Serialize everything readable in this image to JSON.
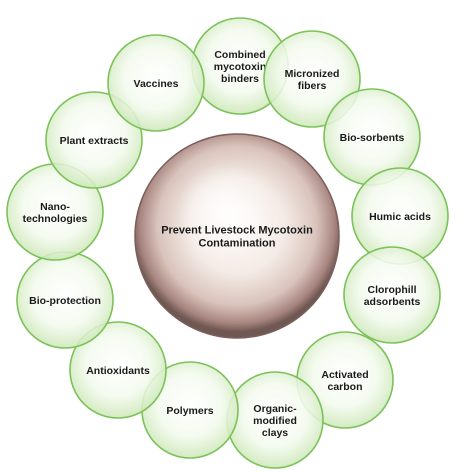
{
  "center": {
    "lines": [
      "Prevent Livestock Mycotoxin",
      "Contamination"
    ]
  },
  "nodes": [
    {
      "id": "combined-mycotoxin-binders",
      "lines": [
        "Combined",
        "mycotoxin",
        "binders"
      ]
    },
    {
      "id": "micronized-fibers",
      "lines": [
        "Micronized",
        "fibers"
      ]
    },
    {
      "id": "bio-sorbents",
      "lines": [
        "Bio-sorbents"
      ]
    },
    {
      "id": "humic-acids",
      "lines": [
        "Humic acids"
      ]
    },
    {
      "id": "clorophill-adsorbents",
      "lines": [
        "Clorophill",
        "adsorbents"
      ]
    },
    {
      "id": "activated-carbon",
      "lines": [
        "Activated",
        "carbon"
      ]
    },
    {
      "id": "organic-modified-clays",
      "lines": [
        "Organic-",
        "modified",
        "clays"
      ]
    },
    {
      "id": "polymers",
      "lines": [
        "Polymers"
      ]
    },
    {
      "id": "antioxidants",
      "lines": [
        "Antioxidants"
      ]
    },
    {
      "id": "bio-protection",
      "lines": [
        "Bio-protection"
      ]
    },
    {
      "id": "nano-technologies",
      "lines": [
        "Nano-",
        "technologies"
      ]
    },
    {
      "id": "plant-extracts",
      "lines": [
        "Plant extracts"
      ]
    },
    {
      "id": "vaccines",
      "lines": [
        "Vaccines"
      ]
    }
  ],
  "colors": {
    "ring_stroke": "#7cc25a",
    "ring_fill_inner": "#ffffff",
    "ring_fill_outer": "#d6edc4",
    "center_outer": "#8a6a66",
    "center_inner": "#fbf5f2"
  }
}
